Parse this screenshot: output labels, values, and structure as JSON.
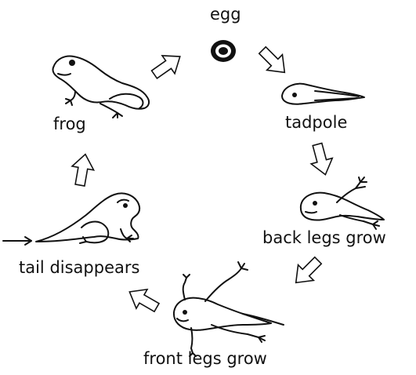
{
  "stages": {
    "egg": "egg",
    "tadpole": "tadpole",
    "back_legs": "back legs grow",
    "front_legs": "front legs grow",
    "tail": "tail disappears",
    "frog": "frog"
  }
}
